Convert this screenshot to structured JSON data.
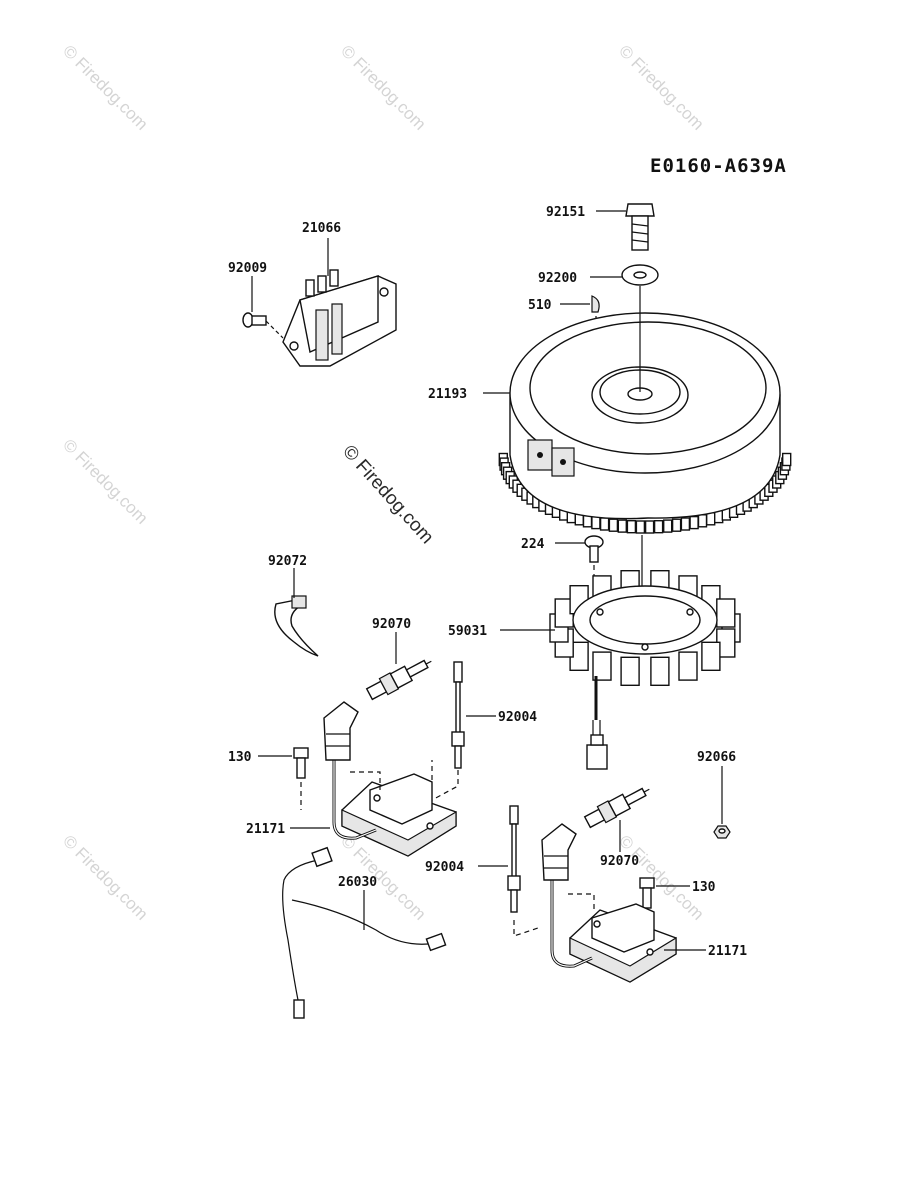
{
  "diagram": {
    "code": "E0160-A639A",
    "watermark": "© Firedog.com",
    "parts": {
      "p92151": "92151",
      "p92200": "92200",
      "p510": "510",
      "p21193": "21193",
      "p21066": "21066",
      "p92009": "92009",
      "p224": "224",
      "p59031": "59031",
      "p92072": "92072",
      "p92070a": "92070",
      "p92004a": "92004",
      "p130a": "130",
      "p92066": "92066",
      "p21171a": "21171",
      "p26030": "26030",
      "p92004b": "92004",
      "p92070b": "92070",
      "p130b": "130",
      "p21171b": "21171"
    }
  }
}
